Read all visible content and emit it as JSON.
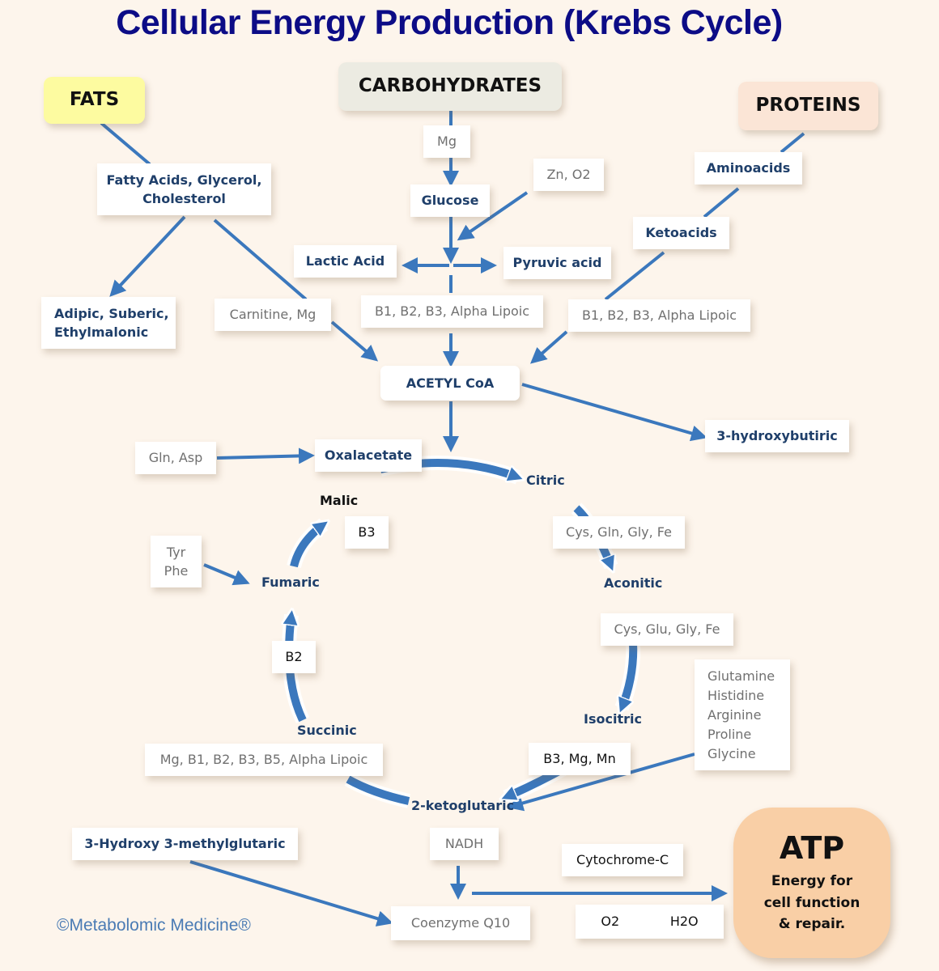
{
  "title": "Cellular Energy Production (Krebs Cycle)",
  "colors": {
    "title": "#0c0c86",
    "arrow": "#3b78bd",
    "node_text": "#1f3f6a",
    "cofactor_text": "#707070",
    "fats_bg": "#fdfba0",
    "carbs_bg": "#ecebe2",
    "proteins_bg": "#fbe5d6",
    "atp_bg": "#f9cfa6",
    "background": "#fdf5ec"
  },
  "sources": {
    "fats": "FATS",
    "carbohydrates": "CARBOHYDRATES",
    "proteins": "PROTEINS"
  },
  "nodes": {
    "fatty_acids_line1": "Fatty Acids, Glycerol,",
    "fatty_acids_line2": "Cholesterol",
    "adipic_line1": "Adipic, Suberic,",
    "adipic_line2": "Ethylmalonic",
    "glucose": "Glucose",
    "lactic_acid": "Lactic Acid",
    "pyruvic_acid": "Pyruvic acid",
    "aminoacids": "Aminoacids",
    "ketoacids": "Ketoacids",
    "acetyl_coa": "ACETYL CoA",
    "hydroxybutiric": "3-hydroxybutiric",
    "hmg": "3-Hydroxy 3-methylglutaric",
    "coenzyme_q10": "Coenzyme Q10"
  },
  "cofactors": {
    "mg": "Mg",
    "zn_o2": "Zn, O2",
    "carnitine_mg": "Carnitine, Mg",
    "b_vitamins_center": "B1, B2, B3, Alpha Lipoic",
    "b_vitamins_right": "B1, B2, B3, Alpha Lipoic",
    "gln_asp": "Gln, Asp",
    "tyr_phe": [
      "Tyr",
      "Phe"
    ],
    "b3": "B3",
    "b2": "B2",
    "cys_gln_gly_fe": "Cys, Gln, Gly, Fe",
    "cys_glu_gly_fe": "Cys, Glu, Gly, Fe",
    "amino_list": [
      "Glutamine",
      "Histidine",
      "Arginine",
      "Proline",
      "Glycine"
    ],
    "b3_mg_mn": "B3, Mg, Mn",
    "succinic_cofactors": "Mg, B1, B2, B3, B5, Alpha Lipoic",
    "nadh": "NADH",
    "cytochrome_c": "Cytochrome-C",
    "o2": "O2",
    "h2o": "H2O"
  },
  "cycle": {
    "oxalacetate": "Oxalacetate",
    "citric": "Citric",
    "aconitic": "Aconitic",
    "isocitric": "Isocitric",
    "ketoglutaric": "2-ketoglutaric",
    "succinic": "Succinic",
    "fumaric": "Fumaric",
    "malic": "Malic"
  },
  "atp": {
    "title": "ATP",
    "line1": "Energy for",
    "line2": "cell function",
    "line3": "& repair."
  },
  "footer": {
    "copyright": "©Metabolomic Medicine®"
  }
}
